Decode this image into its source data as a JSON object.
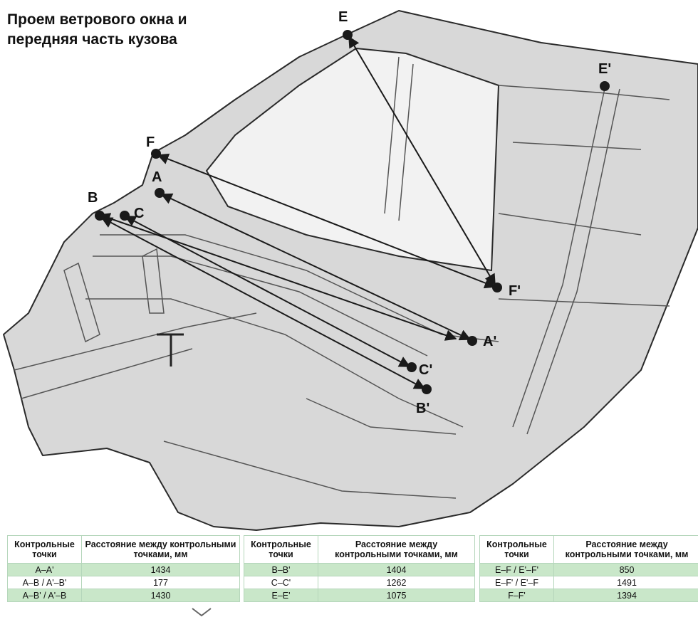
{
  "title": "Проем ветрового окна и\nпередняя часть кузова",
  "points": [
    "E",
    "E'",
    "F",
    "A",
    "B",
    "C",
    "F'",
    "A'",
    "C'",
    "B'"
  ],
  "tables": [
    {
      "headers": [
        "Контрольные точки",
        "Расстояние между контрольными точками, мм"
      ],
      "rows": [
        [
          "A–A'",
          "1434"
        ],
        [
          "A–B / A'–B'",
          "177"
        ],
        [
          "A–B' / A'–B",
          "1430"
        ]
      ]
    },
    {
      "headers": [
        "Контрольные точки",
        "Расстояние между контрольными точками, мм"
      ],
      "rows": [
        [
          "B–B'",
          "1404"
        ],
        [
          "C–C'",
          "1262"
        ],
        [
          "E–E'",
          "1075"
        ]
      ]
    },
    {
      "headers": [
        "Контрольные точки",
        "Расстояние между контрольными точками, мм"
      ],
      "rows": [
        [
          "E–F / E'–F'",
          "850"
        ],
        [
          "E–F' / E'–F",
          "1491"
        ],
        [
          "F–F'",
          "1394"
        ]
      ]
    }
  ],
  "colors": {
    "body": "#d8d8d8",
    "outline": "#2a2a2a",
    "table_accent": "#c9e7c9"
  }
}
